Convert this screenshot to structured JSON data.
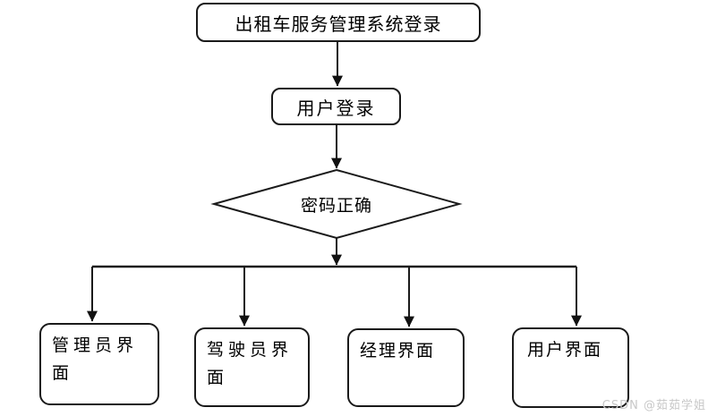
{
  "diagram": {
    "type": "flowchart",
    "nodes": {
      "title": {
        "label": "出租车服务管理系统登录",
        "shape": "rounded-rect"
      },
      "login": {
        "label": "用户登录",
        "shape": "rounded-rect"
      },
      "decision": {
        "label": "密码正确",
        "shape": "diamond"
      }
    },
    "branches": [
      {
        "label": "管理员界面"
      },
      {
        "label": "驾驶员界面"
      },
      {
        "label": "经理界面"
      },
      {
        "label": "用户界面"
      }
    ],
    "edges": [
      {
        "from": "title",
        "to": "login"
      },
      {
        "from": "login",
        "to": "decision"
      },
      {
        "from": "decision",
        "to": "branch-fanout"
      },
      {
        "from": "branch-fanout",
        "to": "管理员界面"
      },
      {
        "from": "branch-fanout",
        "to": "驾驶员界面"
      },
      {
        "from": "branch-fanout",
        "to": "经理界面"
      },
      {
        "from": "branch-fanout",
        "to": "用户界面"
      }
    ]
  },
  "watermark": "CSDN @茹茹学姐",
  "colors": {
    "line": "#1a1a1a",
    "background": "#ffffff",
    "watermark": "#c8c8c8"
  }
}
